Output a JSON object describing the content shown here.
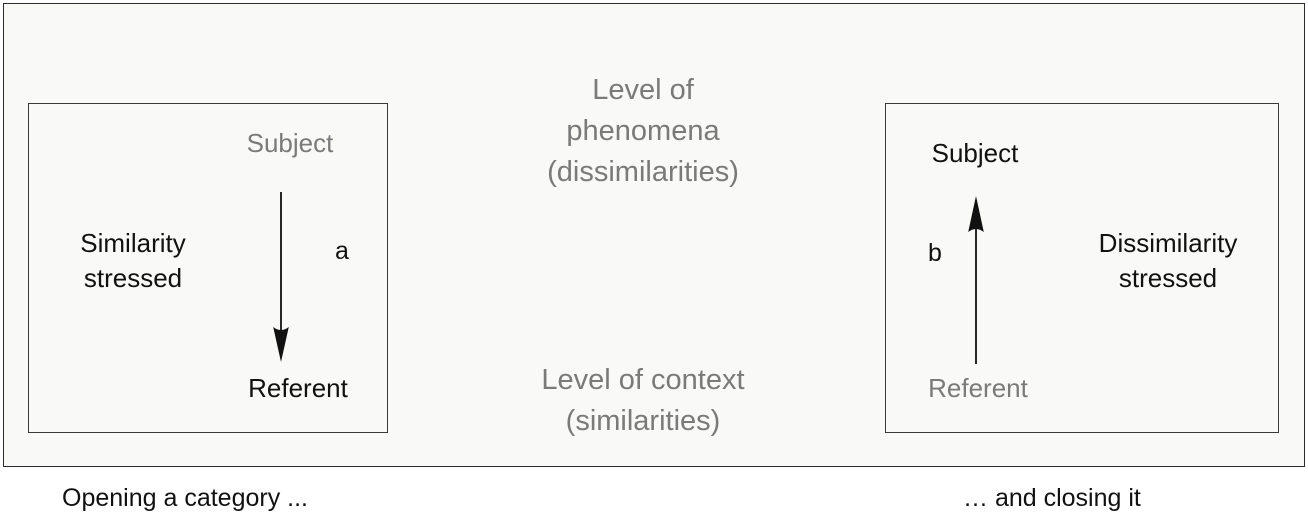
{
  "figure": {
    "background_color": "#f9f9f7",
    "frame_border_color": "#2b2b2b",
    "gray_text_color": "#7a7a7a",
    "black_text_color": "#111111"
  },
  "center": {
    "phenomena": "Level of\nphenomena\n(dissimilarities)",
    "context": "Level of context\n(similarities)"
  },
  "left_panel": {
    "subject_label": "Subject",
    "referent_label": "Referent",
    "side_note": "Similarity\nstressed",
    "arrow_label": "a",
    "arrow_direction": "down",
    "subject_color": "#7a7a7a",
    "referent_color": "#111111"
  },
  "right_panel": {
    "subject_label": "Subject",
    "referent_label": "Referent",
    "side_note": "Dissimilarity\nstressed",
    "arrow_label": "b",
    "arrow_direction": "up",
    "subject_color": "#111111",
    "referent_color": "#7a7a7a"
  },
  "captions": {
    "left": "Opening a category ...",
    "right": "… and closing it"
  }
}
